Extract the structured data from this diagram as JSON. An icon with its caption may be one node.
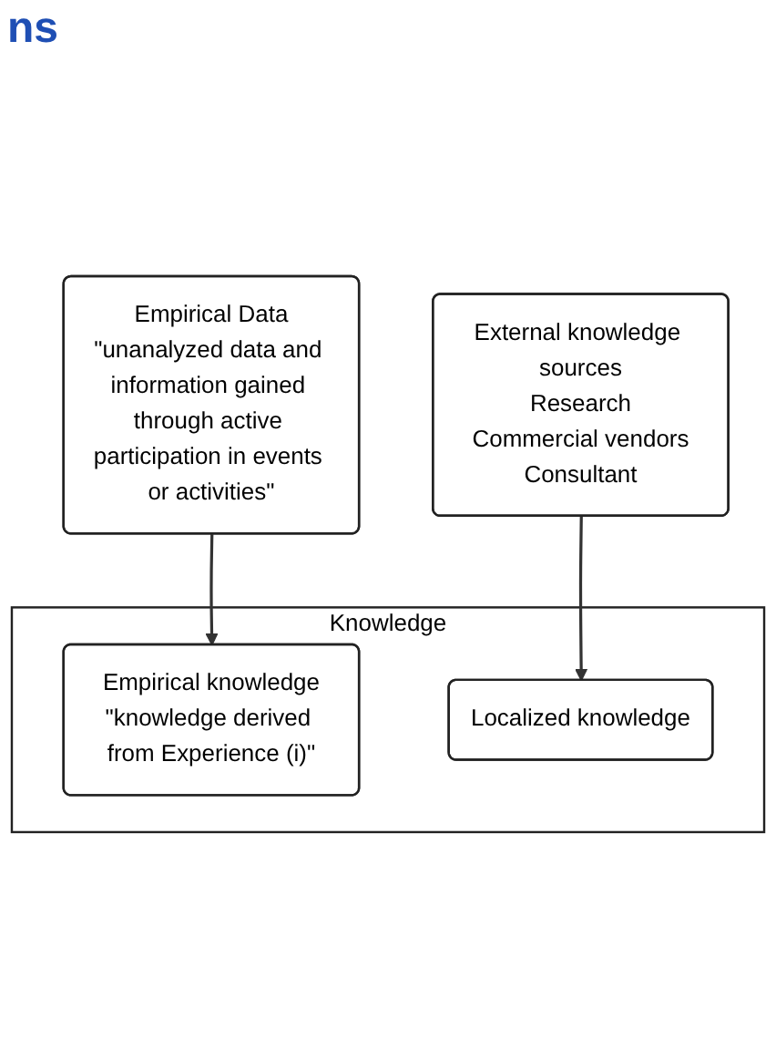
{
  "diagram": {
    "title": "ns",
    "nodes": [
      {
        "text": [
          "External knowledge sources",
          "Research",
          "Commercial vendors",
          "Consultant"
        ]
      },
      {
        "text": [
          "Knowledge"
        ]
      },
      {
        "text": [
          "Empirical knowledge",
          "\"knowledge derived from Experience (i)\""
        ],
        "in": 1
      },
      {
        "text": [
          "Localized knowledge"
        ],
        "in": 1
      },
      {
        "text": [
          "Empirical Data",
          "\"unanalyzed data and information gained through active participation in events or activities\""
        ]
      }
    ],
    "edges": [
      {
        "from": 0,
        "to": 3,
        "arrow": "to"
      },
      {
        "from": 4,
        "to": 2,
        "arrow": "to"
      }
    ]
  }
}
